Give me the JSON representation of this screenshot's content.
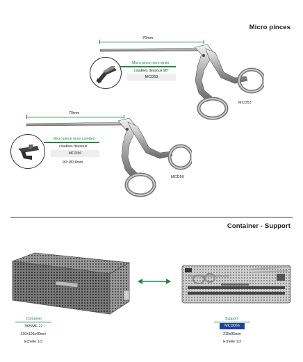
{
  "sections": {
    "micro": {
      "title": "Micro pinces"
    },
    "container": {
      "title": "Container - Support"
    }
  },
  "instrument_top": {
    "dimension": "70mm",
    "name": "Micro pince mors striés",
    "desc": "coudées dessous 90°",
    "code": "MCD53",
    "side_code": "MCD53"
  },
  "instrument_bottom": {
    "dimension": "70mm",
    "name": "Micro pince mors curettes",
    "desc": "coudées dessous",
    "code": "MCD56",
    "size": "90° Ø0,8mm",
    "side_code": "MCD56"
  },
  "container_item": {
    "title": "Container",
    "code": "7825MF-22",
    "dims": "220x100x40mm",
    "scale": "Echelle 1/3"
  },
  "support_item": {
    "title": "Support",
    "code": "MCD066",
    "dims": "215x95mm",
    "scale": "Echelle 1/3"
  },
  "colors": {
    "accent_green": "#1f8a3c",
    "highlight_blue": "#1e3f9a"
  },
  "icons": [
    "bidirectional-arrow-icon"
  ]
}
